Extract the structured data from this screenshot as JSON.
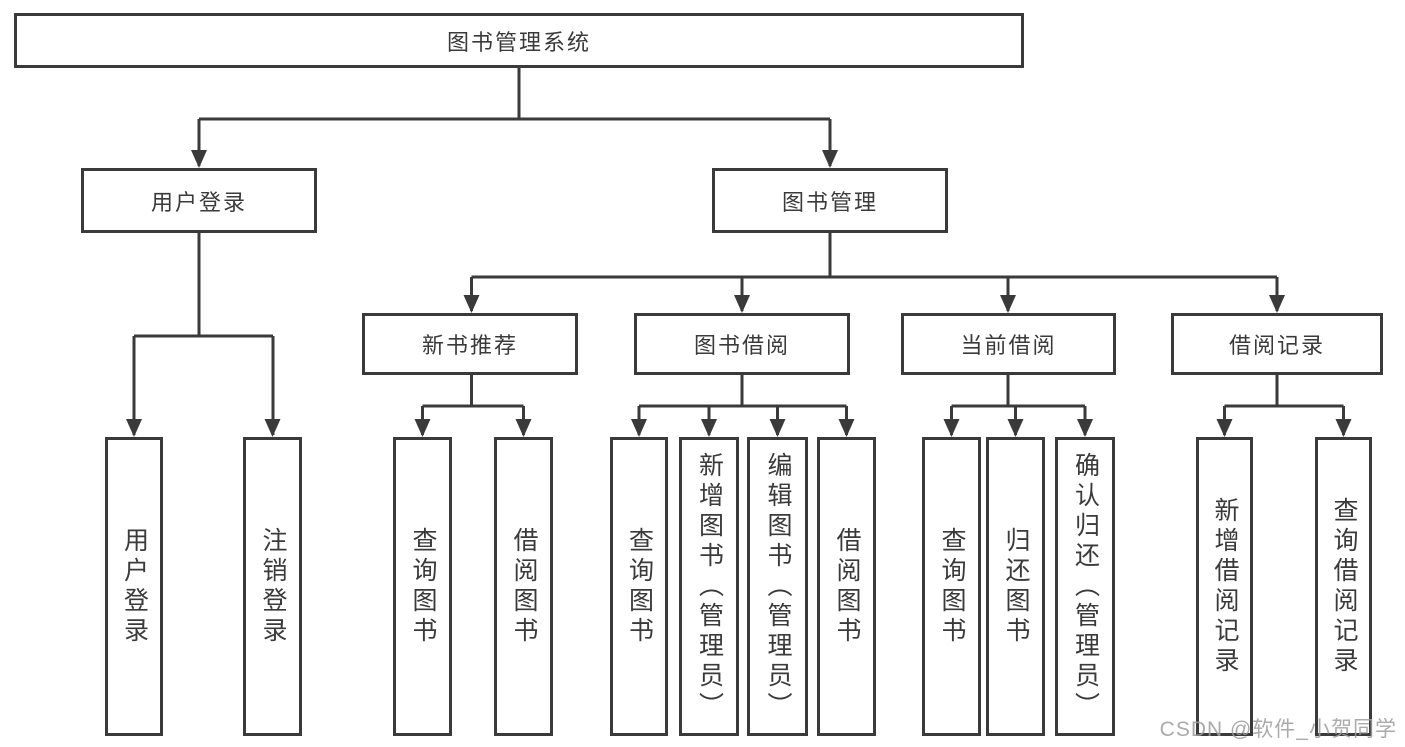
{
  "diagram_title": "图书管理系统",
  "tree": {
    "root": {
      "label": "图书管理系统",
      "children": [
        {
          "label": "用户登录",
          "children": [
            {
              "label": "用户登录"
            },
            {
              "label": "注销登录"
            }
          ]
        },
        {
          "label": "图书管理",
          "children": [
            {
              "label": "新书推荐",
              "children": [
                {
                  "label": "查询图书"
                },
                {
                  "label": "借阅图书"
                }
              ]
            },
            {
              "label": "图书借阅",
              "children": [
                {
                  "label": "查询图书"
                },
                {
                  "label": "新增图书（管理员）"
                },
                {
                  "label": "编辑图书（管理员）"
                },
                {
                  "label": "借阅图书"
                }
              ]
            },
            {
              "label": "当前借阅",
              "children": [
                {
                  "label": "查询图书"
                },
                {
                  "label": "归还图书"
                },
                {
                  "label": "确认归还（管理员）"
                }
              ]
            },
            {
              "label": "借阅记录",
              "children": [
                {
                  "label": "新增借阅记录"
                },
                {
                  "label": "查询借阅记录"
                }
              ]
            }
          ]
        }
      ]
    }
  },
  "watermark": "CSDN @软件_小贺同学",
  "colors": {
    "line": "#3a3a3a",
    "box_border": "#3a3a3a",
    "text": "#3a3a3a",
    "background": "#ffffff",
    "watermark": "#9e9e9e"
  }
}
